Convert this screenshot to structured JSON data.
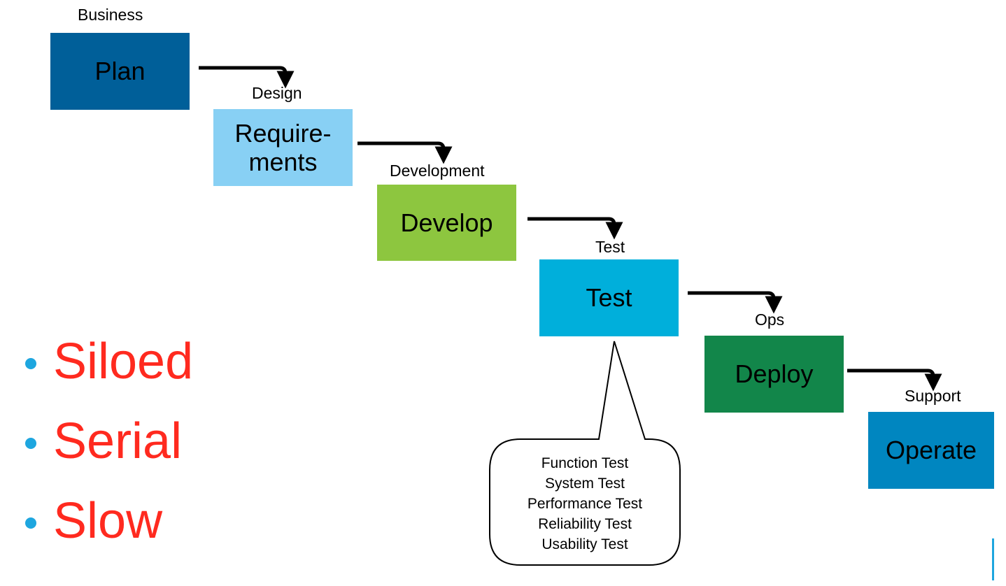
{
  "stages": [
    {
      "label": "Business",
      "box_lines": [
        "Plan"
      ],
      "color": "#005f99"
    },
    {
      "label": "Design",
      "box_lines": [
        "Require-",
        "ments"
      ],
      "color": "#88d0f4"
    },
    {
      "label": "Development",
      "box_lines": [
        "Develop"
      ],
      "color": "#8dc63f"
    },
    {
      "label": "Test",
      "box_lines": [
        "Test"
      ],
      "color": "#00afdb"
    },
    {
      "label": "Ops",
      "box_lines": [
        "Deploy"
      ],
      "color": "#12864a"
    },
    {
      "label": "Support",
      "box_lines": [
        "Operate"
      ],
      "color": "#0086c0"
    }
  ],
  "callout": {
    "items": [
      "Function Test",
      "System Test",
      "Performance Test",
      "Reliability Test",
      "Usability Test"
    ]
  },
  "bullets": [
    "Siloed",
    "Serial",
    "Slow"
  ],
  "colors": {
    "bullet_text": "#ff2a1f",
    "bullet_dot": "#1ea6df",
    "arrow": "#000000"
  }
}
